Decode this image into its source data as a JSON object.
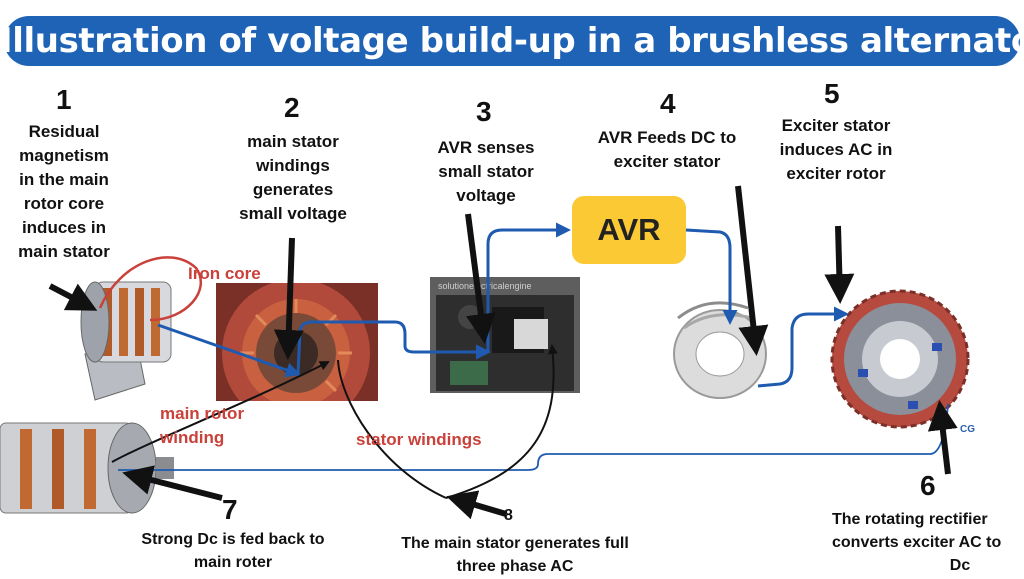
{
  "title": "Illustration of voltage build-up in a brushless alternator",
  "watermark": "solutionelectricalengine",
  "logo_text": "CG",
  "avr_label": "AVR",
  "steps": [
    {
      "num": "1",
      "lines": [
        "Residual",
        "magnetism",
        "in the main",
        "rotor core",
        "induces in",
        "main stator"
      ]
    },
    {
      "num": "2",
      "lines": [
        "main stator",
        "windings",
        "generates",
        "small voltage"
      ]
    },
    {
      "num": "3",
      "lines": [
        "AVR senses",
        "small stator",
        "voltage"
      ]
    },
    {
      "num": "4",
      "lines": [
        "AVR Feeds DC to",
        "exciter stator"
      ]
    },
    {
      "num": "5",
      "lines": [
        "Exciter stator",
        "induces AC in",
        "exciter rotor"
      ]
    },
    {
      "num": "6",
      "lines": [
        "The rotating rectifier",
        "converts exciter AC to",
        "Dc"
      ]
    },
    {
      "num": "7",
      "lines": [
        "Strong Dc is fed back to",
        "main roter"
      ]
    },
    {
      "num": "8",
      "lines": [
        "The main stator generates full",
        "three phase AC"
      ]
    }
  ],
  "labels": {
    "iron_core": "Iron core",
    "main_rotor_winding": [
      "main rotor",
      "winding"
    ],
    "stator_windings": "stator windings"
  },
  "colors": {
    "title_bg": "#1e63b5",
    "wire_blue": "#1e5bb0",
    "label_red": "#c9413a",
    "avr_box": "#fbc934"
  }
}
